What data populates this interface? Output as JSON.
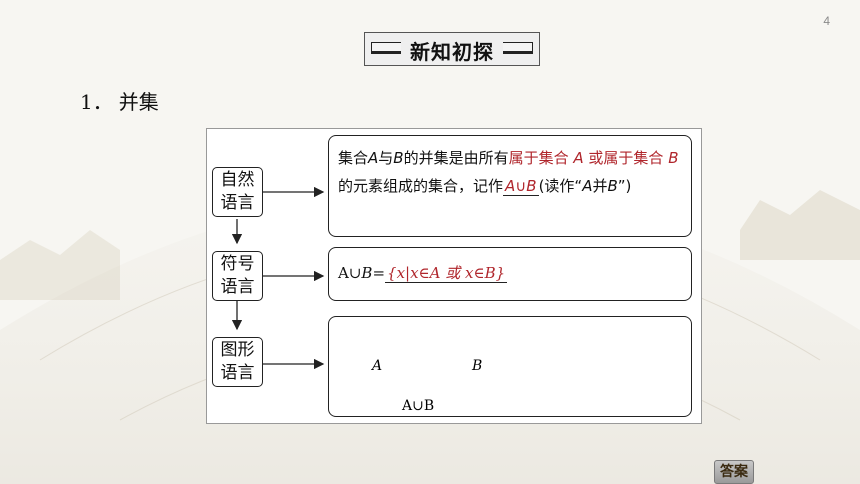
{
  "page_number": "4",
  "section_title": "新知初探",
  "heading": {
    "number": "1．",
    "text": "并集"
  },
  "labels": {
    "natural": [
      "自然",
      "语言"
    ],
    "symbol": [
      "符号",
      "语言"
    ],
    "graph": [
      "图形",
      "语言"
    ]
  },
  "natural_language": {
    "part1": "集合",
    "a": "A",
    "part2": "与",
    "b": "B",
    "part3": "的并集是由所有",
    "red1": "属于集合 ",
    "red_a": "A",
    "red2": " 或属于集合 ",
    "red_b": "B",
    "part4": "的元素组成的集合，记作",
    "notation_a": "A",
    "notation_op": "∪",
    "notation_b": "B",
    "part5": "(读作“",
    "read_a": "A",
    "read_mid": "并",
    "read_b": "B",
    "part6": "”)"
  },
  "symbol_language": {
    "lhs_a": "A",
    "op": "∪",
    "lhs_b": "B",
    "eq": "=",
    "set_expr": "{x|x∈A 或 x∈B}"
  },
  "graph": {
    "label_a": "A",
    "label_b": "B",
    "caption": "A∪B"
  },
  "answer_button": "答案"
}
